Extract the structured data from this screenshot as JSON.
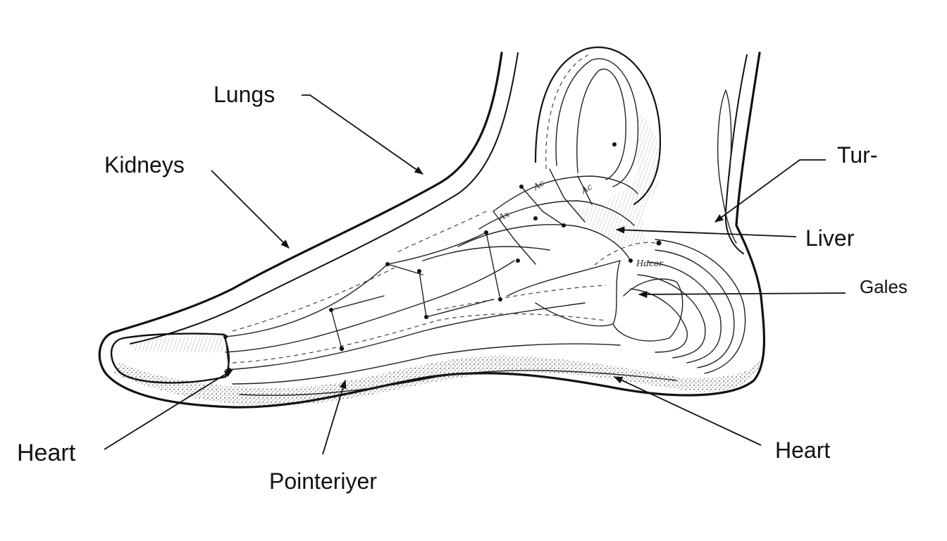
{
  "labels": {
    "lungs": "Lungs",
    "kidneys": "Kidneys",
    "tur": "Tur-",
    "liver": "Liver",
    "gales": "Gales",
    "heart_left": "Heart",
    "heart_right": "Heart",
    "pointeriyer": "Pointeriyer"
  },
  "bone_marks": {
    "m1": "Ax",
    "m2": "Ac",
    "m3": "Ac",
    "m4": "Hdcor"
  },
  "colors": {
    "ink": "#111111",
    "background": "#ffffff",
    "shade": "#555555"
  }
}
